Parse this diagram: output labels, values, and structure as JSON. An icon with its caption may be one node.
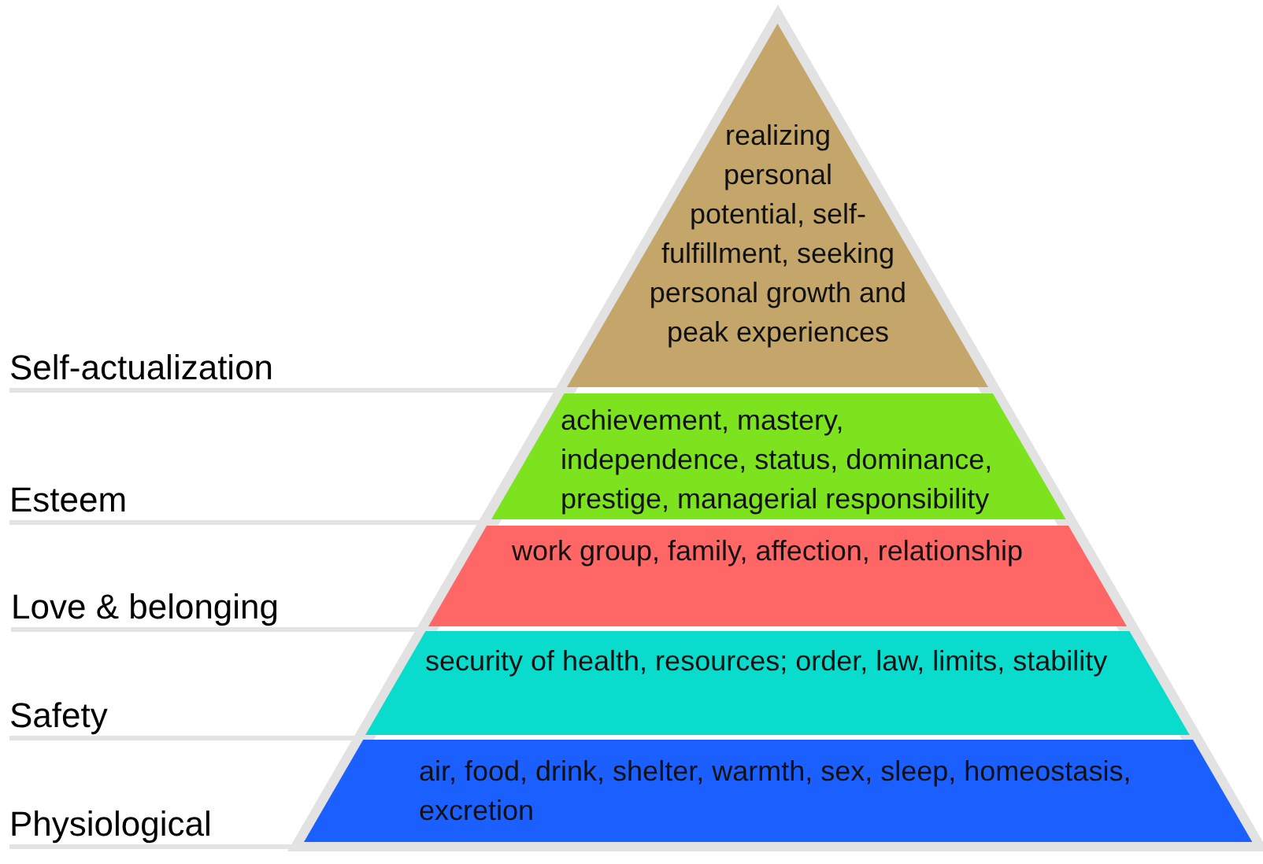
{
  "diagram": {
    "nodes": [
      {
        "text": [
          "realizing personal potential, self-fulfillment, seeking personal growth and peak experiences"
        ]
      },
      {
        "text": [
          "achievement, mastery, independence, status, dominance, prestige, managerial responsibility"
        ]
      },
      {
        "text": [
          "work group, family, affection, relationship"
        ]
      },
      {
        "text": [
          "security of health, resources; order, law, limits, stability"
        ]
      },
      {
        "text": [
          "air, food, drink, shelter, warmth, sex, sleep, homeostasis, excretion"
        ]
      },
      {
        "text": [
          "Self-actualization"
        ]
      },
      {
        "text": [
          "Esteem"
        ]
      },
      {
        "text": [
          "Love & belonging"
        ]
      },
      {
        "text": [
          "Safety"
        ]
      },
      {
        "text": [
          "Physiological"
        ]
      }
    ],
    "edges": [
      {
        "from": 5,
        "to": 0,
        "arrow": "none"
      },
      {
        "from": 6,
        "to": 1,
        "arrow": "none"
      },
      {
        "from": 7,
        "to": 2,
        "arrow": "none"
      },
      {
        "from": 8,
        "to": 3,
        "arrow": "none"
      },
      {
        "from": 9,
        "to": 4,
        "arrow": "none"
      }
    ]
  }
}
